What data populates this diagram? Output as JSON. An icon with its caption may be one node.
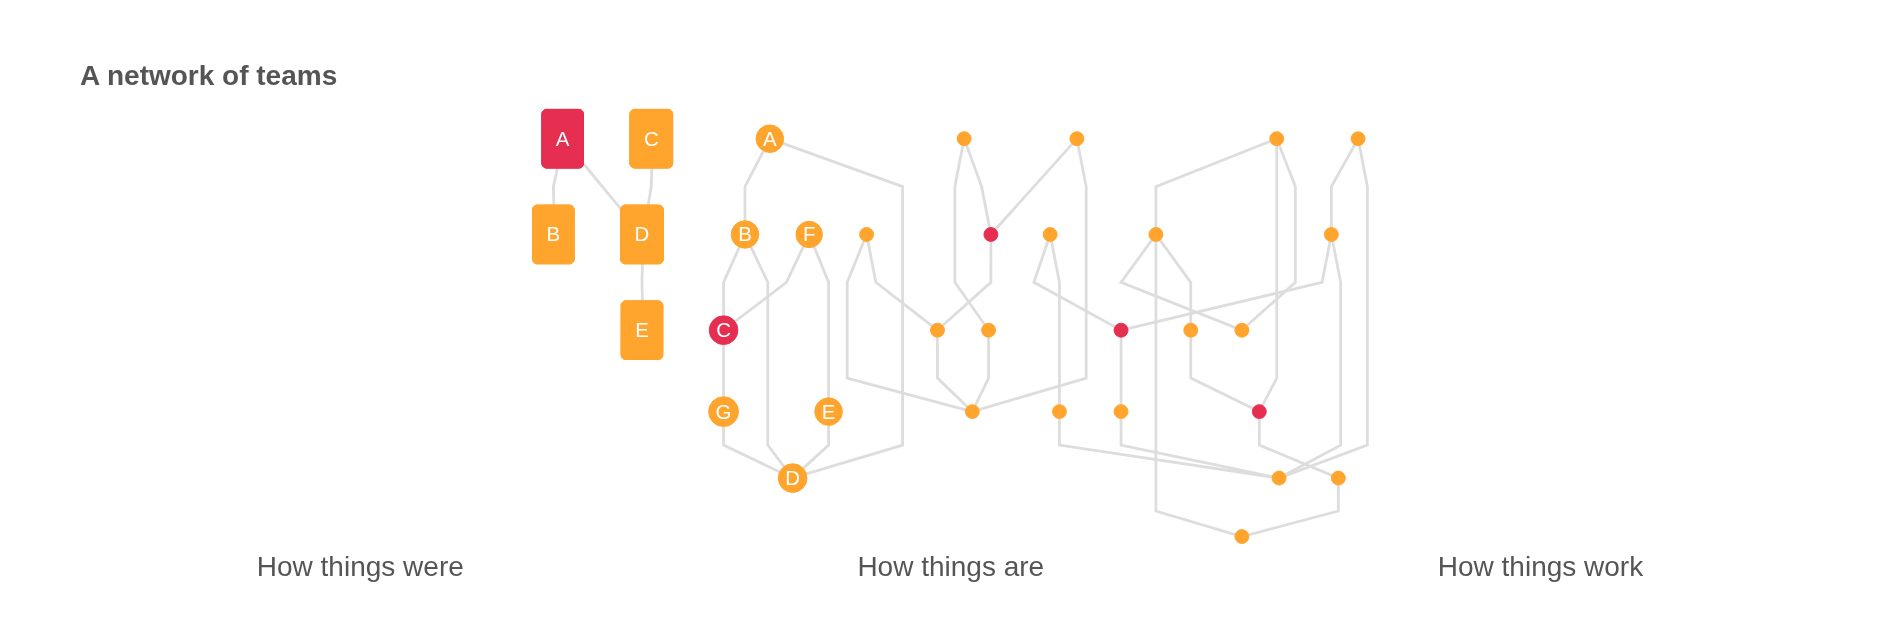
{
  "diagram": {
    "title": "A network of teams",
    "nodes": [
      {
        "text": [
          "A"
        ]
      },
      {
        "text": [
          "B"
        ]
      },
      {
        "text": [
          "C"
        ]
      },
      {
        "text": [
          "D"
        ]
      },
      {
        "text": [
          "E"
        ]
      },
      {
        "text": [
          "A"
        ]
      },
      {
        "text": [
          "B"
        ]
      },
      {
        "text": [
          "C"
        ]
      },
      {
        "text": [
          "D"
        ]
      },
      {
        "text": [
          "E"
        ]
      },
      {
        "text": [
          "F"
        ]
      },
      {
        "text": [
          "G"
        ]
      },
      {
        "text": [],
        "shape": "circle"
      },
      {
        "text": [],
        "shape": "circle"
      },
      {
        "text": [],
        "shape": "circle"
      },
      {
        "text": [],
        "shape": "circle"
      },
      {
        "text": [],
        "shape": "circle"
      },
      {
        "text": [],
        "shape": "circle"
      },
      {
        "text": [],
        "shape": "circle"
      },
      {
        "text": [],
        "shape": "circle"
      },
      {
        "text": [],
        "shape": "circle"
      },
      {
        "text": [],
        "shape": "circle"
      },
      {
        "text": [],
        "shape": "circle"
      },
      {
        "text": [],
        "shape": "circle"
      },
      {
        "text": [],
        "shape": "circle"
      },
      {
        "text": [],
        "shape": "circle"
      },
      {
        "text": [],
        "shape": "circle"
      },
      {
        "text": [],
        "shape": "circle"
      },
      {
        "text": [],
        "shape": "circle"
      },
      {
        "text": [],
        "shape": "circle"
      },
      {
        "text": [],
        "shape": "circle"
      },
      {
        "text": [],
        "shape": "circle"
      },
      {
        "text": [],
        "shape": "circle"
      }
    ],
    "edges": [
      {
        "from": 0,
        "to": 1,
        "arrow": "none"
      },
      {
        "from": 0,
        "to": 3,
        "arrow": "none"
      },
      {
        "from": 2,
        "to": 3,
        "arrow": "none"
      },
      {
        "from": 3,
        "to": 4,
        "arrow": "none"
      },
      {
        "from": 5,
        "to": 6,
        "arrow": "none"
      },
      {
        "from": 5,
        "to": 8,
        "arrow": "none"
      },
      {
        "from": 6,
        "to": 7,
        "arrow": "none"
      },
      {
        "from": 6,
        "to": 8,
        "arrow": "none"
      },
      {
        "from": 10,
        "to": 7,
        "arrow": "none"
      },
      {
        "from": 10,
        "to": 9,
        "arrow": "none"
      },
      {
        "from": 7,
        "to": 11,
        "arrow": "none"
      },
      {
        "from": 9,
        "to": 8,
        "arrow": "none"
      },
      {
        "from": 11,
        "to": 8,
        "arrow": "none"
      },
      {
        "from": 12,
        "to": 14,
        "arrow": "none"
      },
      {
        "from": 12,
        "to": 15,
        "arrow": "none"
      },
      {
        "from": 14,
        "to": 18,
        "arrow": "none"
      },
      {
        "from": 17,
        "to": 15,
        "arrow": "none"
      },
      {
        "from": 17,
        "to": 18,
        "arrow": "none"
      },
      {
        "from": 15,
        "to": 16,
        "arrow": "none"
      },
      {
        "from": 13,
        "to": 18,
        "arrow": "none"
      },
      {
        "from": 13,
        "to": 16,
        "arrow": "none"
      },
      {
        "from": 16,
        "to": 18,
        "arrow": "none"
      },
      {
        "from": 21,
        "to": 19,
        "arrow": "none"
      },
      {
        "from": 21,
        "to": 22,
        "arrow": "none"
      },
      {
        "from": 21,
        "to": 24,
        "arrow": "none"
      },
      {
        "from": 19,
        "to": 24,
        "arrow": "none"
      },
      {
        "from": 19,
        "to": 23,
        "arrow": "none"
      },
      {
        "from": 19,
        "to": 20,
        "arrow": "none"
      },
      {
        "from": 20,
        "to": 22,
        "arrow": "none"
      },
      {
        "from": 22,
        "to": 25,
        "arrow": "none"
      },
      {
        "from": 25,
        "to": 23,
        "arrow": "none"
      },
      {
        "from": 27,
        "to": 26,
        "arrow": "none"
      },
      {
        "from": 27,
        "to": 30,
        "arrow": "none"
      },
      {
        "from": 26,
        "to": 29,
        "arrow": "none"
      },
      {
        "from": 26,
        "to": 30,
        "arrow": "none"
      },
      {
        "from": 28,
        "to": 29,
        "arrow": "none"
      },
      {
        "from": 28,
        "to": 32,
        "arrow": "none"
      },
      {
        "from": 32,
        "to": 30,
        "arrow": "none"
      },
      {
        "from": 29,
        "to": 31,
        "arrow": "none"
      },
      {
        "from": 31,
        "to": 30,
        "arrow": "none"
      }
    ],
    "labels": [
      "How things were",
      "How things are",
      "How things work"
    ]
  }
}
